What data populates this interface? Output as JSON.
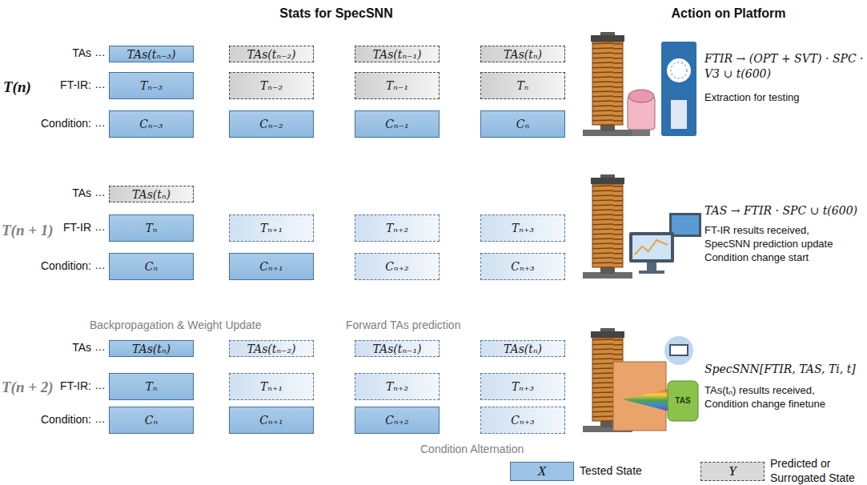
{
  "diagram": {
    "nodes": [
      {
        "text": [
          "TAs(tₙ₋₃)"
        ]
      },
      {
        "text": [
          "TAs(tₙ₋₂)"
        ]
      },
      {
        "text": [
          "TAs(tₙ₋₁)"
        ]
      },
      {
        "text": [
          "TAs(tₙ)"
        ]
      },
      {
        "text": [
          "Tₙ₋₃"
        ]
      },
      {
        "text": [
          "Tₙ₋₂"
        ]
      },
      {
        "text": [
          "Tₙ₋₁"
        ]
      },
      {
        "text": [
          "Tₙ"
        ]
      },
      {
        "text": [
          "Cₙ₋₃"
        ]
      },
      {
        "text": [
          "Cₙ₋₂"
        ]
      },
      {
        "text": [
          "Cₙ₋₁"
        ]
      },
      {
        "text": [
          "Cₙ"
        ]
      },
      {
        "text": [
          "TAs(tₙ)"
        ]
      },
      {
        "text": [
          "Tₙ"
        ]
      },
      {
        "text": [
          "Tₙ₊₁"
        ]
      },
      {
        "text": [
          "Tₙ₊₂"
        ]
      },
      {
        "text": [
          "Tₙ₊₃"
        ]
      },
      {
        "text": [
          "Cₙ"
        ]
      },
      {
        "text": [
          "Cₙ₊₁"
        ]
      },
      {
        "text": [
          "Cₙ₊₂"
        ]
      },
      {
        "text": [
          "Cₙ₊₃"
        ]
      },
      {
        "text": [
          "TAs(tₙ)"
        ]
      },
      {
        "text": [
          "TAs(tₙ₋₂)"
        ]
      },
      {
        "text": [
          "TAs(tₙ₋₁)"
        ]
      },
      {
        "text": [
          "TAs(tₙ)"
        ]
      },
      {
        "text": [
          "Tₙ"
        ]
      },
      {
        "text": [
          "Tₙ₊₁"
        ]
      },
      {
        "text": [
          "Tₙ₊₂"
        ]
      },
      {
        "text": [
          "Tₙ₊₃"
        ]
      },
      {
        "text": [
          "Cₙ"
        ]
      },
      {
        "text": [
          "Cₙ₊₁"
        ]
      },
      {
        "text": [
          "Cₙ₊₂"
        ]
      },
      {
        "text": [
          "Cₙ₊₃"
        ]
      }
    ],
    "edges": [
      {
        "from": 8,
        "to": 4,
        "arrow": "to"
      },
      {
        "from": 9,
        "to": 5,
        "arrow": "to"
      },
      {
        "from": 10,
        "to": 6,
        "arrow": "to"
      },
      {
        "from": 11,
        "to": 7,
        "arrow": "to"
      },
      {
        "from": 4,
        "to": 0,
        "arrow": "to"
      },
      {
        "from": 5,
        "to": 1,
        "arrow": "to"
      },
      {
        "from": 6,
        "to": 2,
        "arrow": "to"
      },
      {
        "from": 7,
        "to": 3,
        "arrow": "to"
      },
      {
        "from": 4,
        "to": 5,
        "arrow": "to"
      },
      {
        "from": 5,
        "to": 6,
        "arrow": "to"
      },
      {
        "from": 6,
        "to": 7,
        "arrow": "to"
      },
      {
        "from": 8,
        "to": 9,
        "arrow": "to"
      },
      {
        "from": 9,
        "to": 10,
        "arrow": "to"
      },
      {
        "from": 10,
        "to": 11,
        "arrow": "to"
      },
      {
        "from": 17,
        "to": 13,
        "arrow": "to"
      },
      {
        "from": 18,
        "to": 14,
        "arrow": "to"
      },
      {
        "from": 19,
        "to": 15,
        "arrow": "to"
      },
      {
        "from": 20,
        "to": 16,
        "arrow": "to"
      },
      {
        "from": 13,
        "to": 12,
        "arrow": "to"
      },
      {
        "from": 13,
        "to": 14,
        "arrow": "to"
      },
      {
        "from": 14,
        "to": 15,
        "arrow": "to"
      },
      {
        "from": 15,
        "to": 16,
        "arrow": "to"
      },
      {
        "from": 17,
        "to": 18,
        "arrow": "to"
      },
      {
        "from": 18,
        "to": 19,
        "arrow": "to"
      },
      {
        "from": 19,
        "to": 20,
        "arrow": "to"
      },
      {
        "from": 29,
        "to": 25,
        "arrow": "to"
      },
      {
        "from": 30,
        "to": 26,
        "arrow": "to"
      },
      {
        "from": 31,
        "to": 27,
        "arrow": "to"
      },
      {
        "from": 32,
        "to": 28,
        "arrow": "to"
      },
      {
        "from": 25,
        "to": 21,
        "arrow": "to"
      },
      {
        "from": 26,
        "to": 22,
        "arrow": "to"
      },
      {
        "from": 27,
        "to": 23,
        "arrow": "to"
      },
      {
        "from": 28,
        "to": 24,
        "arrow": "to"
      },
      {
        "from": 25,
        "to": 26,
        "arrow": "to"
      },
      {
        "from": 26,
        "to": 27,
        "arrow": "to"
      },
      {
        "from": 27,
        "to": 28,
        "arrow": "to"
      },
      {
        "from": 29,
        "to": 30,
        "arrow": "to"
      },
      {
        "from": 30,
        "to": 31,
        "arrow": "to"
      },
      {
        "from": 31,
        "to": 32,
        "arrow": "to"
      }
    ],
    "labels": [
      "Stats for SpecSNN",
      "Action on Platform",
      "T(n)",
      "TAs",
      "…",
      "FT-IR:",
      "…",
      "Condition:",
      "…",
      "FTIR → (OPT + SVT) · SPC · V3 ∪ t(600)",
      "Extraction for testing",
      "T(n + 1)",
      "TAs",
      "…",
      "FT-IR",
      "…",
      "Condition:",
      "…",
      "TAS → FTIR · SPC ∪ t(600)",
      "FT-IR results received, SpecSNN prediction update Condition change start",
      "Backpropagation & Weight Update",
      "Forward TAs prediction",
      "T(n + 2)",
      "TAs",
      "…",
      "FT-IR:",
      "…",
      "Condition:",
      "…",
      "SpecSNN[FTIR, TAS, Ti, t]",
      "TAs(tₙ) results received, Condition change finetune",
      "Condition Alternation",
      "X",
      "Y",
      "TAS"
    ],
    "legend": [
      {
        "text": "Tested State",
        "color": "#9dc3e6"
      },
      {
        "text": "Predicted or Surrogated State",
        "color": "#d9d9d9"
      }
    ]
  }
}
